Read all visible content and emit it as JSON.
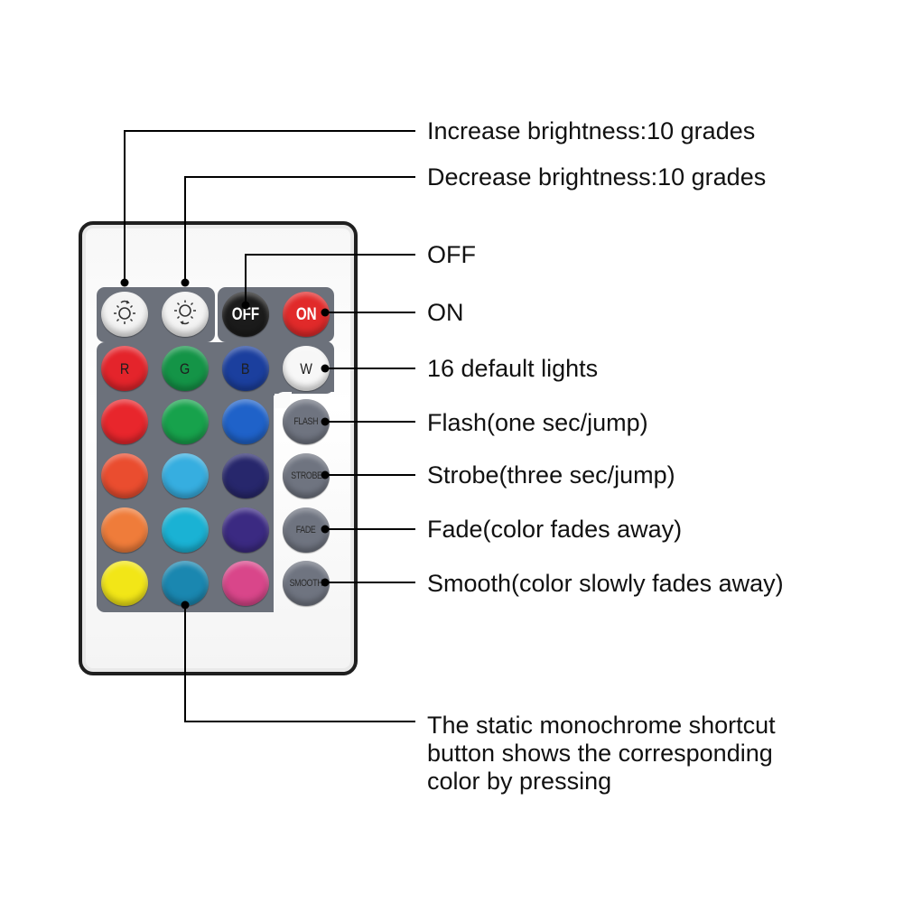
{
  "labels": {
    "increase": "Increase brightness:10 grades",
    "decrease": "Decrease brightness:10 grades",
    "off": "OFF",
    "on": "ON",
    "default_lights": "16 default lights",
    "flash": "Flash(one sec/jump)",
    "strobe": "Strobe(three sec/jump)",
    "fade": "Fade(color fades away)",
    "smooth": "Smooth(color slowly fades away)",
    "static_line1": "The static monochrome shortcut",
    "static_line2": "button shows the corresponding",
    "static_line3": "color by pressing"
  },
  "buttons": {
    "off": "OFF",
    "on": "ON",
    "r": "R",
    "g": "G",
    "b": "B",
    "w": "W",
    "flash": "FLASH",
    "strobe": "STROBE",
    "fade": "FADE",
    "smooth": "SMOOTH"
  },
  "colors": {
    "row1": [
      "#e4242b",
      "#149447",
      "#1b3f9e"
    ],
    "row2": [
      "#e8262c",
      "#17a24c",
      "#1f62c9"
    ],
    "row3": [
      "#ea4d2f",
      "#36aee0",
      "#27276c"
    ],
    "row4": [
      "#ef7c3a",
      "#1ab2d4",
      "#3b2a82"
    ],
    "row5": [
      "#f2e617",
      "#1a87b0",
      "#d9468a"
    ],
    "white": "#f7f7f7",
    "mode_button": "#6f7480",
    "off_button": "#1a1a1a",
    "on_button": "#e12a2a",
    "panel": "#6c717b"
  }
}
